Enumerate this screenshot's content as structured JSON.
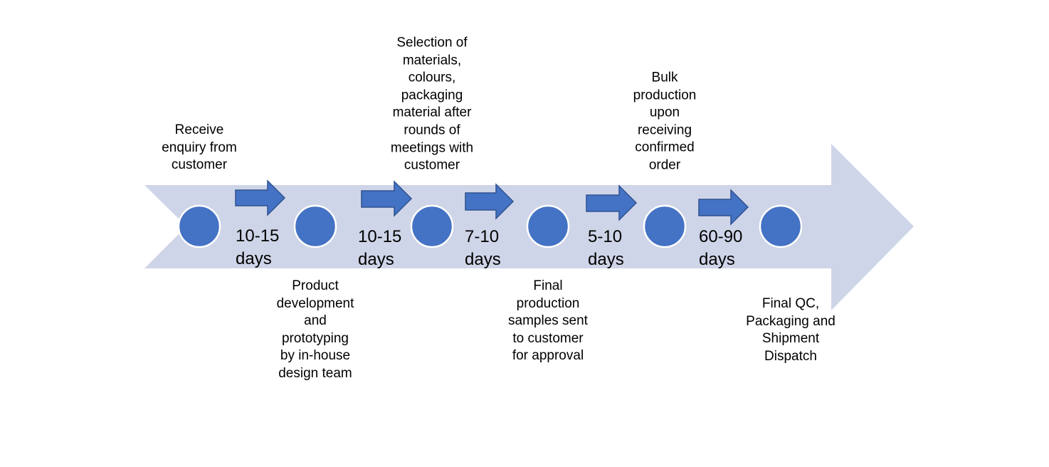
{
  "colors": {
    "background_arrow": "#cfd5e8",
    "node_fill": "#4472c4",
    "node_stroke": "#ffffff",
    "connector_fill": "#4472c4",
    "connector_stroke": "#2f528f"
  },
  "steps": [
    {
      "text": "Receive\nenquiry from\ncustomer"
    },
    {
      "text": "Product\ndevelopment\nand\nprototyping\nby in-house\ndesign team"
    },
    {
      "text": "Selection of\nmaterials,\ncolours,\npackaging\nmaterial after\nrounds of\nmeetings with\ncustomer"
    },
    {
      "text": "Final\nproduction\nsamples sent\nto customer\nfor approval"
    },
    {
      "text": "Bulk\nproduction\nupon\nreceiving\nconfirmed\norder"
    },
    {
      "text": "Final QC,\nPackaging and\nShipment\nDispatch"
    }
  ],
  "durations": [
    {
      "text": "10-15\ndays"
    },
    {
      "text": "10-15\ndays"
    },
    {
      "text": "7-10\ndays"
    },
    {
      "text": "5-10\ndays"
    },
    {
      "text": "60-90\ndays"
    }
  ]
}
